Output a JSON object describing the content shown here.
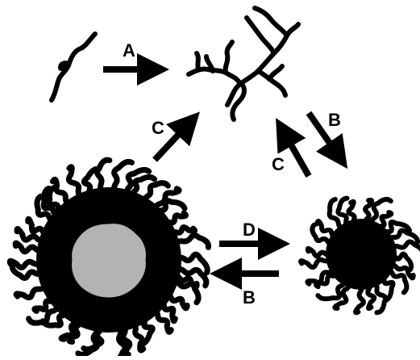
{
  "colors": {
    "stroke": "#000000",
    "background": "#ffffff",
    "core_fill": "#b3b3b3"
  },
  "nodes": {
    "linear_chain": {
      "name": "linear-polymer-chain"
    },
    "branched_network": {
      "name": "branched-polymer-network"
    },
    "micelle_large": {
      "name": "core-shell-micelle"
    },
    "micelle_small": {
      "name": "collapsed-aggregate"
    }
  },
  "arrows": [
    {
      "id": "arrow-A",
      "from": "linear_chain",
      "to": "branched_network",
      "label": "A"
    },
    {
      "id": "arrow-B-down",
      "from": "branched_network",
      "to": "micelle_small",
      "label": "B"
    },
    {
      "id": "arrow-C-up",
      "from": "micelle_small",
      "to": "branched_network",
      "label": "C"
    },
    {
      "id": "arrow-C-left",
      "from": "micelle_large",
      "to": "branched_network",
      "label": "C"
    },
    {
      "id": "arrow-D",
      "from": "micelle_large",
      "to": "micelle_small",
      "label": "D"
    },
    {
      "id": "arrow-B-left",
      "from": "micelle_small",
      "to": "micelle_large",
      "label": "B"
    }
  ]
}
